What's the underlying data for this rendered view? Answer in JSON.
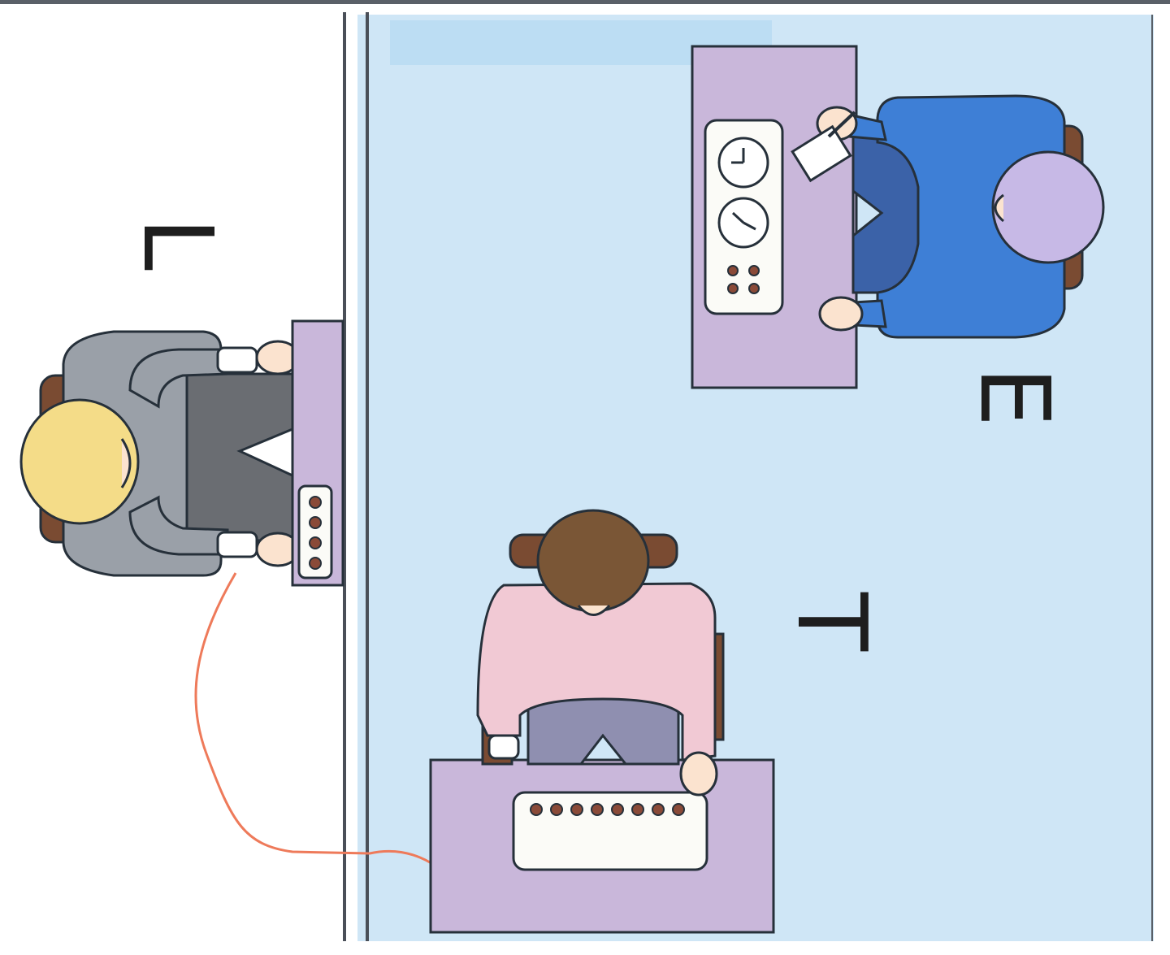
{
  "labels": {
    "learner": "L",
    "teacher": "T",
    "experimenter": "E"
  },
  "colors": {
    "background": "#ffffff",
    "room_floor": "#cfe6f6",
    "wall": "#4a4f58",
    "table": "#c9b7da",
    "chair": "#7a4b32",
    "outline": "#26303a",
    "learner_hair": "#f4dc88",
    "learner_shirt": "#9aa0a8",
    "learner_pants": "#6a6d72",
    "teacher_hair": "#7a5636",
    "teacher_shirt": "#f1c9d4",
    "teacher_pants": "#8f8fb0",
    "experimenter_cap": "#c7b9e6",
    "experimenter_shirt": "#3e7fd6",
    "experimenter_pants": "#3b62a8",
    "skin": "#fbe3cf",
    "device": "#fbfbf7",
    "knob": "#8a4a38",
    "wire": "#ee7a5a"
  },
  "objects": {
    "learner": [
      "chair",
      "desk",
      "answer-box-4-buttons",
      "electrode-wire"
    ],
    "teacher": [
      "chair",
      "desk",
      "shock-generator-8-switches"
    ],
    "experimenter": [
      "chair",
      "desk",
      "clock-panel",
      "notepad"
    ]
  }
}
